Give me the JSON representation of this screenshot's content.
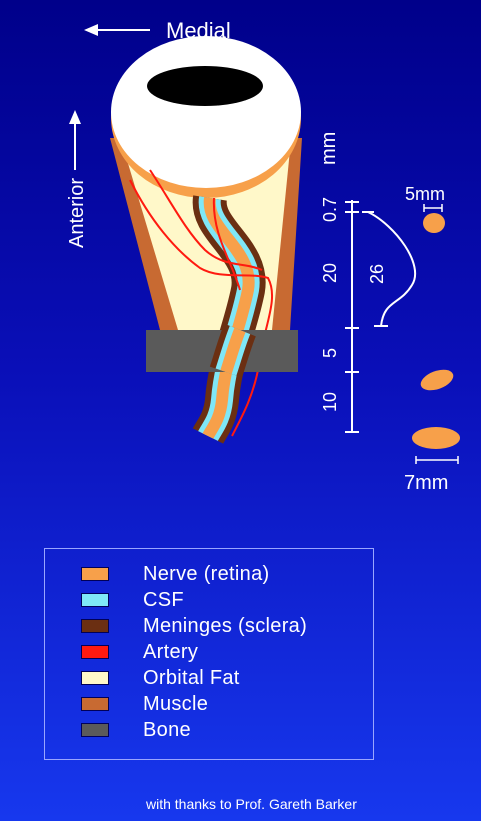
{
  "labels": {
    "medial": "Medial",
    "anterior": "Anterior",
    "unit_mm": "mm",
    "seg_0_7": "0.7",
    "seg_20": "20",
    "seg_5": "5",
    "seg_10": "10",
    "total_26": "26",
    "width_5mm": "5mm",
    "width_7mm": "7mm"
  },
  "legend": {
    "items": [
      {
        "label": "Nerve (retina)",
        "color": "#f7a04a"
      },
      {
        "label": "CSF",
        "color": "#7fe7f7"
      },
      {
        "label": "Meninges (sclera)",
        "color": "#6b2f12"
      },
      {
        "label": "Artery",
        "color": "#ff1a10"
      },
      {
        "label": "Orbital Fat",
        "color": "#fff8c9"
      },
      {
        "label": "Muscle",
        "color": "#c86a32"
      },
      {
        "label": "Bone",
        "color": "#5a5a5a"
      }
    ]
  },
  "credit": "with thanks to Prof. Gareth Barker"
}
